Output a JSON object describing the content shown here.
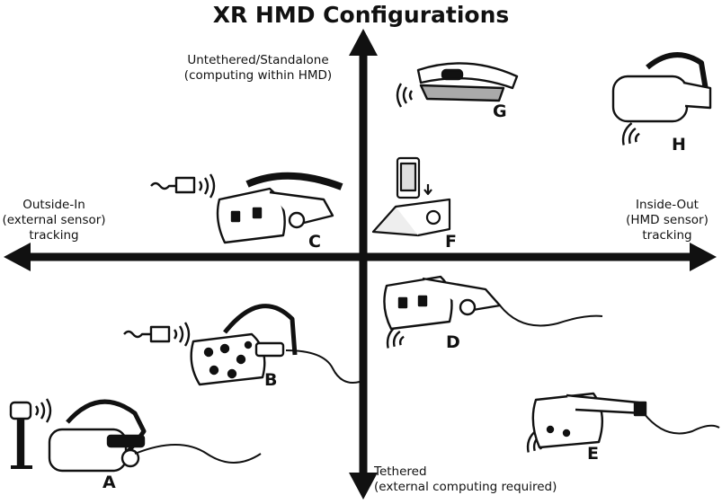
{
  "title": "XR HMD Configurations",
  "axes": {
    "top": "Untethered/Standalone\n(computing within HMD)",
    "bottom": "Tethered\n(external computing required)",
    "left": "Outside-In\n(external sensor)\ntracking",
    "right": "Inside-Out\n(HMD sensor)\ntracking"
  },
  "devices": [
    {
      "label": "A",
      "icon": "headset-icon",
      "quadrant": "outside-in / tethered"
    },
    {
      "label": "B",
      "icon": "headset-icon",
      "quadrant": "outside-in / tethered"
    },
    {
      "label": "C",
      "icon": "headset-icon",
      "quadrant": "outside-in / untethered"
    },
    {
      "label": "D",
      "icon": "headset-icon",
      "quadrant": "inside-out / tethered"
    },
    {
      "label": "E",
      "icon": "headset-icon",
      "quadrant": "inside-out / tethered"
    },
    {
      "label": "F",
      "icon": "cardboard-viewer-icon",
      "quadrant": "inside-out / untethered"
    },
    {
      "label": "G",
      "icon": "ar-glasses-icon",
      "quadrant": "inside-out / untethered"
    },
    {
      "label": "H",
      "icon": "headset-icon",
      "quadrant": "inside-out / untethered"
    }
  ]
}
